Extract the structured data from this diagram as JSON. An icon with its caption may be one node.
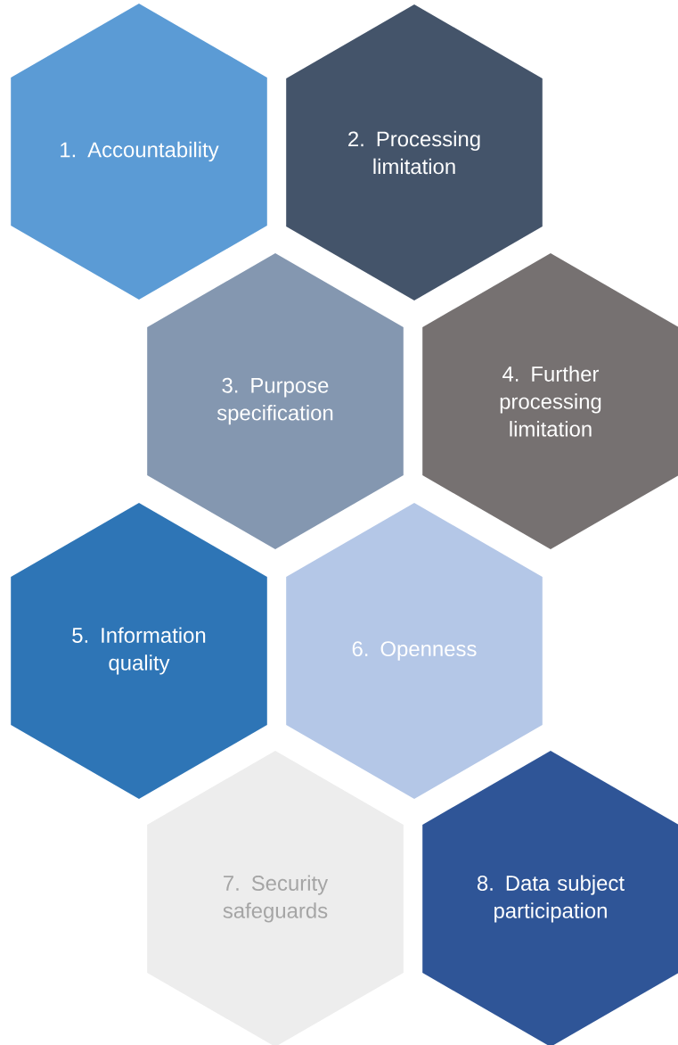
{
  "diagram": {
    "nodes": [
      {
        "text": [
          "1. Accountability"
        ]
      },
      {
        "text": [
          "2. Processing limitation"
        ]
      },
      {
        "text": [
          "3. Purpose specification"
        ]
      },
      {
        "text": [
          "4. Further processing limitation"
        ]
      },
      {
        "text": [
          "5. Information quality"
        ]
      },
      {
        "text": [
          "6. Openness"
        ]
      },
      {
        "text": [
          "7. Security safeguards"
        ]
      },
      {
        "text": [
          "8. Data subject participation"
        ]
      }
    ]
  }
}
